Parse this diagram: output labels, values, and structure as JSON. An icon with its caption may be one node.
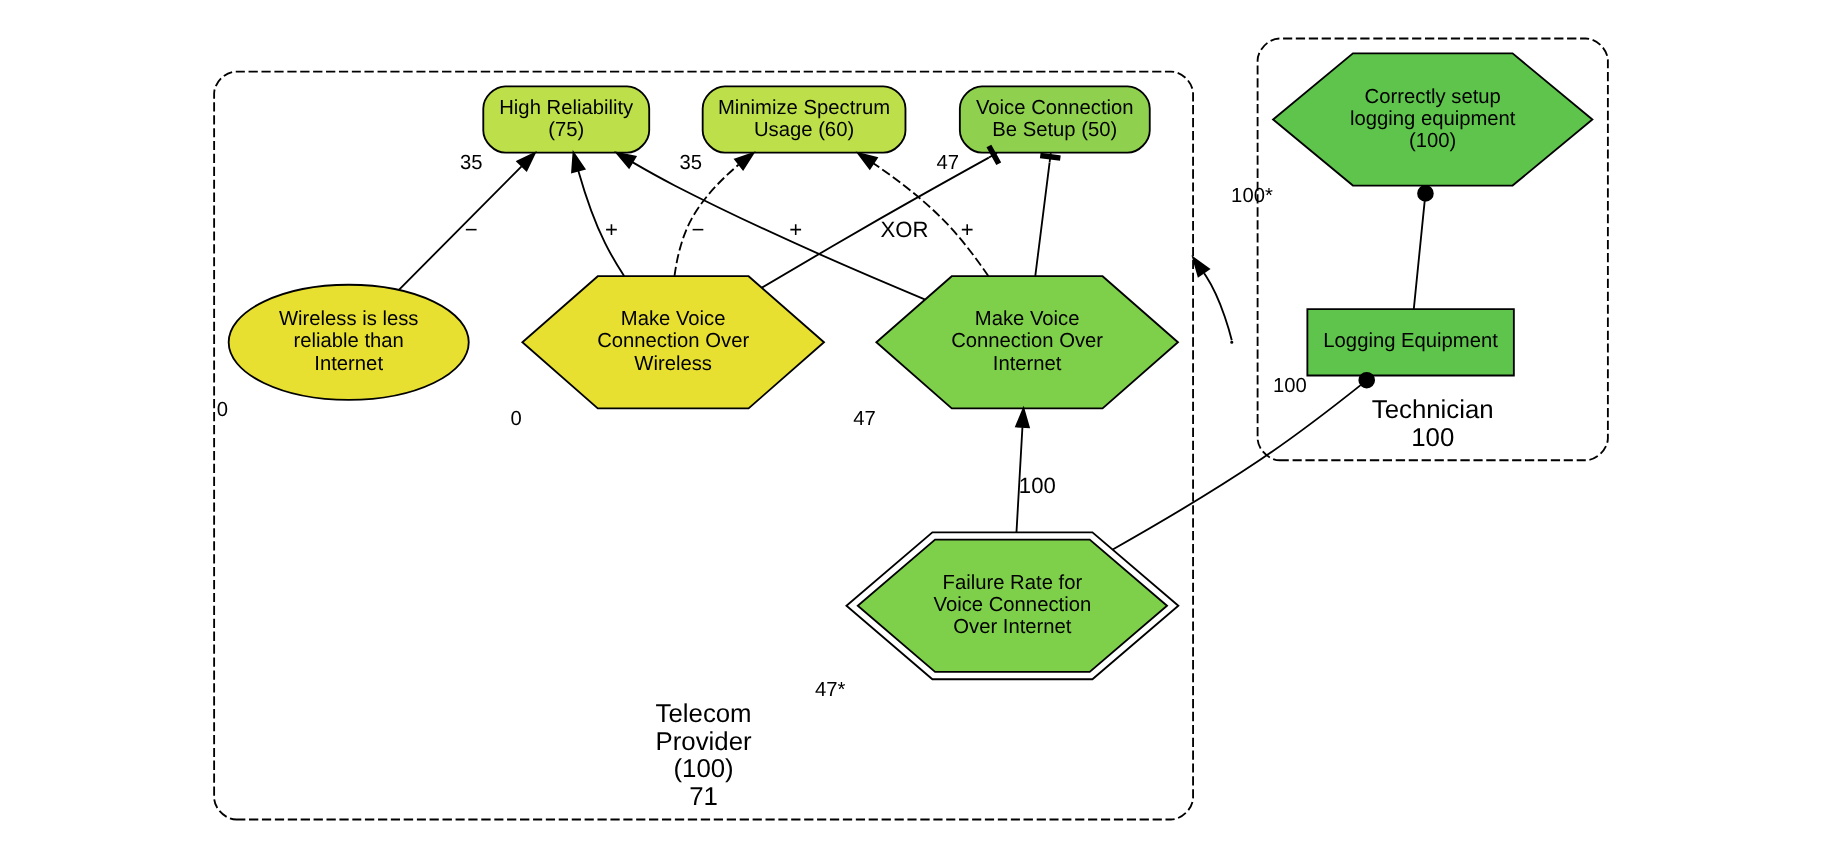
{
  "diagram": {
    "nodes": [
      {
        "text": [
          "Telecom Provider (100)"
        ],
        "beside": [
          "71"
        ]
      },
      {
        "text": [
          "Voice Connection Be Setup (50)"
        ],
        "beside": [
          "47"
        ],
        "in": 0
      },
      {
        "text": [
          "High Reliability (75)"
        ],
        "beside": [
          "35"
        ],
        "in": 0
      },
      {
        "text": [
          "Make Voice Connection Over Wireless"
        ],
        "beside": [
          "0"
        ],
        "in": 0
      },
      {
        "text": [
          "Make Voice Connection Over Internet"
        ],
        "beside": [
          "47"
        ],
        "in": 0
      },
      {
        "text": [
          "Wireless is less reliable than Internet"
        ],
        "beside": [
          "0"
        ],
        "in": 0
      },
      {
        "text": [
          "Minimize Spectrum Usage (60)"
        ],
        "beside": [
          "35"
        ],
        "in": 0
      },
      {
        "text": [
          "Failure Rate for Voice Connection Over Internet"
        ],
        "beside": [
          "47*"
        ],
        "in": 0
      },
      {
        "text": [
          "Technician"
        ],
        "beside": [
          "100"
        ]
      },
      {
        "text": [
          "Logging Equipment"
        ],
        "beside": [
          "100"
        ],
        "in": 8
      },
      {
        "text": [
          "Correctly setup logging equipment (100)"
        ],
        "beside": [
          "100*"
        ],
        "in": 8
      }
    ],
    "edges": [
      {
        "from": null,
        "to": 0,
        "arrow": "to"
      },
      {
        "from": 3,
        "to": 1,
        "arrow": "other",
        "label": "XOR"
      },
      {
        "from": 4,
        "to": 1,
        "arrow": "other"
      },
      {
        "from": 3,
        "to": 2,
        "arrow": "to",
        "label": "+"
      },
      {
        "from": 4,
        "to": 2,
        "arrow": "to",
        "label": "+"
      },
      {
        "from": 5,
        "to": 2,
        "arrow": "to",
        "label": "−"
      },
      {
        "from": 3,
        "to": 6,
        "arrow": "to",
        "label": "−",
        "style": "dashed"
      },
      {
        "from": 4,
        "to": 6,
        "arrow": "to",
        "label": "+",
        "style": "dashed"
      },
      {
        "from": 7,
        "to": 4,
        "arrow": "to",
        "label": "100"
      },
      {
        "from": 7,
        "to": 9,
        "arrow": "other"
      },
      {
        "from": 9,
        "to": 10,
        "arrow": "other"
      }
    ]
  }
}
